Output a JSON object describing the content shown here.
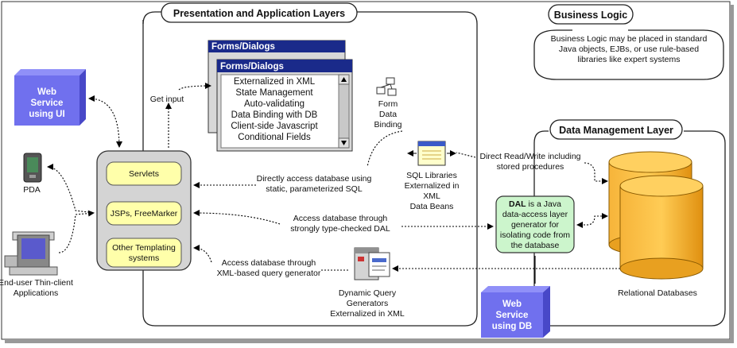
{
  "layers": {
    "presentation_title": "Presentation and Application Layers",
    "business_title": "Business Logic",
    "data_title": "Data Management Layer"
  },
  "business_logic": {
    "lines": [
      "Business Logic may be placed in standard",
      "Java objects, EJBs, or use rule-based",
      "libraries like expert systems"
    ]
  },
  "web_service_ui": {
    "lines": [
      "Web",
      "Service",
      "using UI"
    ]
  },
  "web_service_db": {
    "lines": [
      "Web",
      "Service",
      "using DB"
    ]
  },
  "pda_label": "PDA",
  "end_user": {
    "lines": [
      "End-user Thin-client",
      "Applications"
    ]
  },
  "components": {
    "servlets": "Servlets",
    "jsps": "JSPs, FreeMarker",
    "other": [
      "Other Templating",
      "systems"
    ]
  },
  "get_input": "Get input",
  "forms": {
    "back_title": "Forms/Dialogs",
    "front_title": "Forms/Dialogs",
    "items": [
      "Externalized in XML",
      "State Management",
      "Auto-validating",
      "Data Binding with DB",
      "Client-side Javascript",
      "Conditional Fields"
    ]
  },
  "form_binding": {
    "lines": [
      "Form",
      "Data",
      "Binding"
    ]
  },
  "sql_libraries": {
    "lines": [
      "SQL Libraries",
      "Externalized in",
      "XML",
      "Data Beans"
    ]
  },
  "direct_rw": {
    "lines": [
      "Direct Read/Write including",
      "stored procedures"
    ]
  },
  "direct_access": {
    "lines": [
      "Directly access database using",
      "static, parameterized SQL"
    ]
  },
  "dal_access": {
    "lines": [
      "Access database through",
      "strongly type-checked  DAL"
    ]
  },
  "xml_access": {
    "lines": [
      "Access database through",
      "XML-based query generator"
    ]
  },
  "dal_box": {
    "title": "DAL",
    "line1_rest": " is a Java",
    "lines": [
      "data-access layer",
      "generator for",
      "isolating code from",
      "the database"
    ]
  },
  "dynamic_query": {
    "lines": [
      "Dynamic Query",
      "Generators",
      "Externalized in XML"
    ]
  },
  "relational_label": "Relational Databases",
  "colors": {
    "ws_blue": "#7070ee",
    "component_yellow": "#ffffaa",
    "dal_green": "#ccf5cc",
    "db_orange": "#f0a41c",
    "title_bar": "#1a2a8a"
  }
}
